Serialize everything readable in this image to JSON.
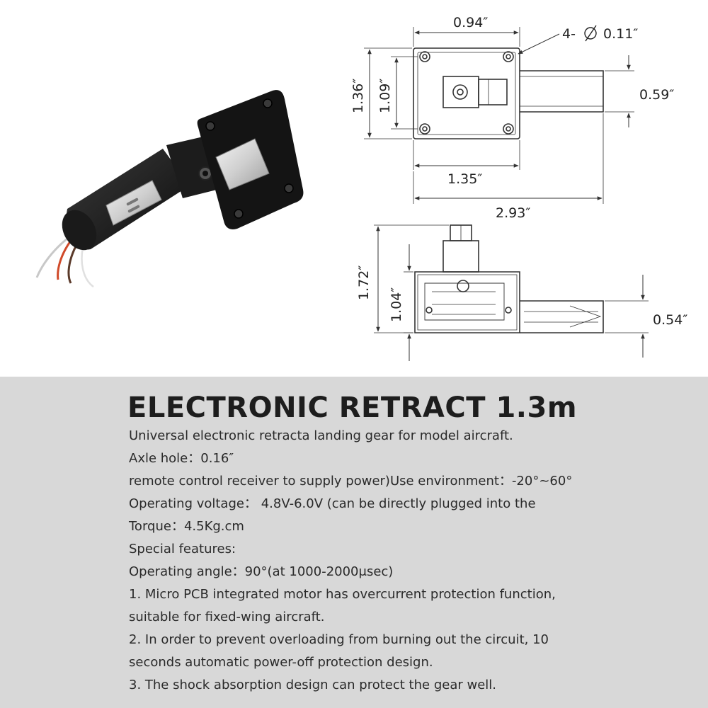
{
  "drawing": {
    "top_view": {
      "width_label": "0.94″",
      "hole_label_prefix": "4-",
      "hole_label_value": "0.11″",
      "height_outer_label": "1.36″",
      "height_inner_label": "1.09″",
      "leg_height_label": "0.59″",
      "base_width_label": "1.35″",
      "total_length_label": "2.93″"
    },
    "side_view": {
      "total_height_label": "1.72″",
      "body_height_label": "1.04″",
      "leg_height_label": "0.54″"
    }
  },
  "title": "ELECTRONIC RETRACT 1.3m",
  "description_lines": [
    "Universal electronic retracta landing gear for model aircraft.",
    "Axle hole：0.16″",
    "remote control receiver to supply power)Use environment：-20°~60°",
    "Operating voltage： 4.8V-6.0V (can be directly plugged into the",
    "Torque：4.5Kg.cm",
    "Special features:",
    "Operating angle：90°(at 1000-2000μsec)",
    "1. Micro PCB integrated motor has overcurrent protection function,",
    "suitable for fixed-wing aircraft.",
    "2. In order to prevent overloading from burning out the circuit, 10",
    "seconds automatic power-off protection design.",
    "3. The shock absorption design can protect the gear well."
  ]
}
